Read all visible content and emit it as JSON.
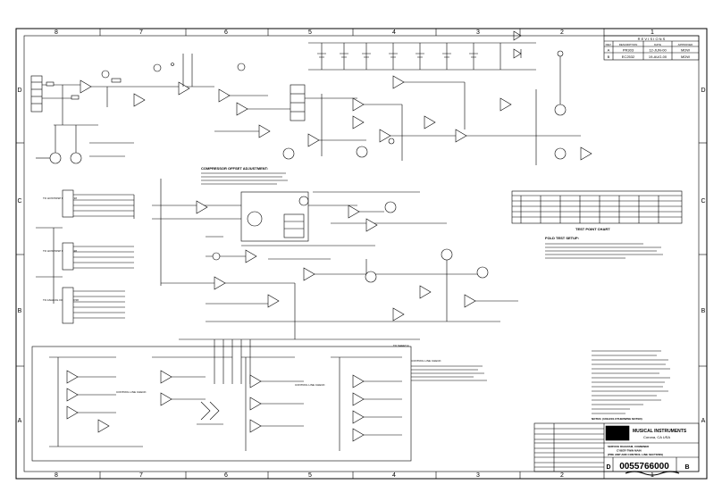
{
  "border": {
    "columns": [
      "8",
      "7",
      "6",
      "5",
      "4",
      "3",
      "2",
      "1"
    ],
    "rows": [
      "D",
      "C",
      "B",
      "A"
    ]
  },
  "revisions": {
    "title": "R E V I S I O N S",
    "headers": [
      "REV.",
      "DESCRIPTION",
      "DATE",
      "APPROVED"
    ],
    "rows": [
      [
        "A",
        "PR303",
        "12-JUN-00",
        "MDW"
      ],
      [
        "B",
        "EC2532",
        "19-AUG-00",
        "MDW"
      ]
    ]
  },
  "annotations": {
    "compressor_title": "COMPRESSOR OFFSET ADJUSTMENT:",
    "control_line_check": "CONTROL LINE CHECK:",
    "test_point_chart": "TEST POINT CHART",
    "fold_test_setup": "FOLD TEST SETUP:",
    "to_sheet": "TO SHEET 4",
    "to_host_dsp": "TO HOST/DSP BOARD P18",
    "to_host_dsp_2": "TO HOST/DSP BOARD P28",
    "to_analog": "TO ANALOG I/O BOARD P28",
    "notes_label": "NOTES: (UNLESS OTHERWISE NOTED)"
  },
  "title_block": {
    "company": "MUSICAL INSTRUMENTS",
    "location": "Corona, CA USA",
    "drawing_title_1": "SERVICE DIAGRAM, COMBINED",
    "drawing_title_2": "CYBER-TWIN MAIN",
    "drawing_title_3": "(PRE AMP AND CONTROL LINE SECTIONS)",
    "size": "D",
    "drawing_number": "0055766000",
    "rev": "B"
  }
}
